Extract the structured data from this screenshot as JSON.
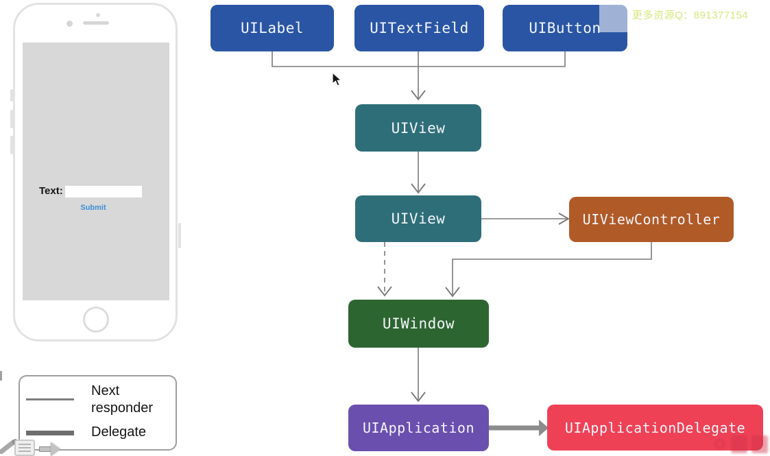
{
  "watermark_top": {
    "text": "更多资源Q：891377154",
    "color": "#d5e77c"
  },
  "phone_mockup": {
    "text_field_label": "Text:",
    "text_field_value": "",
    "submit_label": "Submit",
    "submit_color": "#3e8ed8"
  },
  "legend": {
    "items": [
      {
        "line_style": "thin",
        "label": "Next responder"
      },
      {
        "line_style": "thick",
        "label": "Delegate"
      }
    ]
  },
  "toolbar_icons": [
    {
      "name": "pencil-annotate"
    },
    {
      "name": "notes-document"
    },
    {
      "name": "forward-arrow"
    }
  ],
  "diagram": {
    "nodes": [
      {
        "id": "uilabel",
        "label": "UILabel",
        "color": "#2a55a4"
      },
      {
        "id": "uitextfield",
        "label": "UITextField",
        "color": "#2a55a4"
      },
      {
        "id": "uibutton",
        "label": "UIButton",
        "color": "#2a55a4"
      },
      {
        "id": "uiview-top",
        "label": "UIView",
        "color": "#2e6e78"
      },
      {
        "id": "uiview-main",
        "label": "UIView",
        "color": "#2e6e78"
      },
      {
        "id": "uiviewcontroller",
        "label": "UIViewController",
        "color": "#b05a28"
      },
      {
        "id": "uiwindow",
        "label": "UIWindow",
        "color": "#2d6531"
      },
      {
        "id": "uiapplication",
        "label": "UIApplication",
        "color": "#6b4fae"
      },
      {
        "id": "uiapplicationdelegate",
        "label": "UIApplicationDelegate",
        "color": "#ee4156"
      }
    ],
    "edges": [
      {
        "from": "UILabel",
        "to": "UIView (top)",
        "type": "next-responder"
      },
      {
        "from": "UITextField",
        "to": "UIView (top)",
        "type": "next-responder"
      },
      {
        "from": "UIButton",
        "to": "UIView (top)",
        "type": "next-responder"
      },
      {
        "from": "UIView (top)",
        "to": "UIView (main)",
        "type": "next-responder"
      },
      {
        "from": "UIView (main)",
        "to": "UIViewController",
        "type": "next-responder"
      },
      {
        "from": "UIView (main)",
        "to": "UIWindow",
        "type": "next-responder-dashed"
      },
      {
        "from": "UIViewController",
        "to": "UIWindow",
        "type": "next-responder"
      },
      {
        "from": "UIWindow",
        "to": "UIApplication",
        "type": "next-responder"
      },
      {
        "from": "UIApplication",
        "to": "UIApplicationDelegate",
        "type": "delegate"
      }
    ],
    "line_color": "#7a7a7a",
    "delegate_arrow_color": "#8c8c8c"
  }
}
